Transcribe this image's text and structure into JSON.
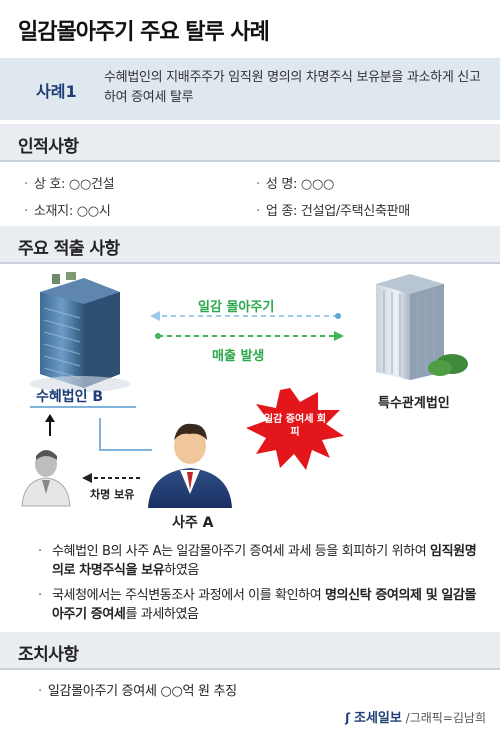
{
  "title": "일감몰아주기 주요 탈루 사례",
  "case": {
    "label": "사례1",
    "description": "수혜법인의 지배주주가 임직원 명의의 차명주식 보유분을 과소하게 신고하여 증여세 탈루"
  },
  "sections": {
    "personal": "인적사항",
    "findings": "주요 적출 사항",
    "measures": "조치사항"
  },
  "personal_info": {
    "trade_name": "상 호: ○○건설",
    "name": "성 명: ○○○",
    "location": "소재지: ○○시",
    "business": "업 종: 건설업/주택신축판매"
  },
  "diagram": {
    "arrow_top_label": "일감 몰아주기",
    "arrow_bottom_label": "매출 발생",
    "company_b": "수혜법인 B",
    "related_company": "특수관계법인",
    "evasion_burst": "일감 증여세 회피",
    "nominee_label": "차명 보유",
    "owner_label": "사주 A"
  },
  "findings": [
    {
      "prefix": "수혜법인 B의 사주 A는 일감몰아주기 증여세 과세 등을 회피하기 위하여 ",
      "bold": "임직원명의로 차명주식을 보유",
      "suffix": "하였음"
    },
    {
      "prefix": "국세청에서는 주식변동조사 과정에서 이를 확인하여 ",
      "bold": "명의신탁 증여의제 및 일감몰아주기 증여세",
      "suffix": "를 과세하였음"
    }
  ],
  "measures": "일감몰아주기 증여세 ○○억 원 추징",
  "source": {
    "logo": "조세일보",
    "credit": "/그래픽=김남희"
  },
  "colors": {
    "navy": "#1f3f78",
    "green": "#2aa84a",
    "blue": "#3b77c4",
    "burst": "#e3171b"
  }
}
